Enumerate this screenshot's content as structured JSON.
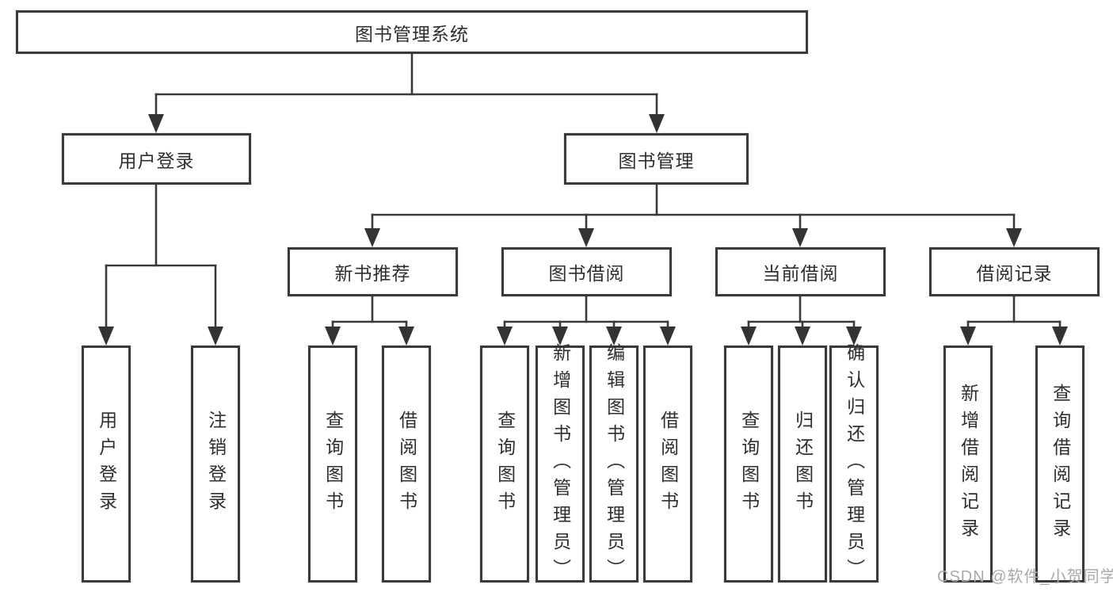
{
  "tree": {
    "label": "图书管理系统",
    "children": [
      {
        "label": "用户登录",
        "children": [
          {
            "label": "用户登录"
          },
          {
            "label": "注销登录"
          }
        ]
      },
      {
        "label": "图书管理",
        "children": [
          {
            "label": "新书推荐",
            "children": [
              {
                "label": "查询图书"
              },
              {
                "label": "借阅图书"
              }
            ]
          },
          {
            "label": "图书借阅",
            "children": [
              {
                "label": "查询图书"
              },
              {
                "label": "新增图书（管理员）"
              },
              {
                "label": "编辑图书（管理员）"
              },
              {
                "label": "借阅图书"
              }
            ]
          },
          {
            "label": "当前借阅",
            "children": [
              {
                "label": "查询图书"
              },
              {
                "label": "归还图书"
              },
              {
                "label": "确认归还（管理员）"
              }
            ]
          },
          {
            "label": "借阅记录",
            "children": [
              {
                "label": "新增借阅记录"
              },
              {
                "label": "查询借阅记录"
              }
            ]
          }
        ]
      }
    ]
  },
  "colors": {
    "line": "#3a3a3a",
    "border": "#3a3a3a",
    "text": "#2e2e2e",
    "watermark": "#a9a9a9"
  },
  "watermark": "CSDN @软件_小贺同学"
}
